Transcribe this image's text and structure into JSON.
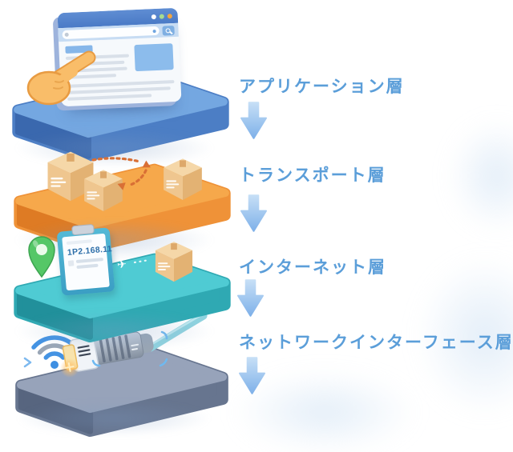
{
  "diagram": {
    "label_color": "#5B9ED9",
    "arrow": {
      "color_top": "#C6DFF6",
      "color_bottom": "#7FB1E9"
    },
    "layers": [
      {
        "id": "application",
        "label": "アプリケーション層",
        "platform": {
          "top": "#74A7E1",
          "front": "#4C7EC5",
          "shade": "#3A68AE"
        },
        "illustration": "browser-window-with-hand-cursor"
      },
      {
        "id": "transport",
        "label": "トランスポート層",
        "platform": {
          "top": "#F6A84B",
          "front": "#EF9238",
          "shade": "#DE7B24"
        },
        "illustration": "parcel-boxes-with-dotted-route",
        "route_color": "#D96F35"
      },
      {
        "id": "internet",
        "label": "インターネット層",
        "platform": {
          "top": "#4FCBD3",
          "front": "#2FA9B3",
          "shade": "#21909B"
        },
        "illustration": "clipboard-ip-pin-parcel",
        "clipboard_text": "1P2.168.11",
        "pin_color": "#55C767",
        "route_glyph": "✈"
      },
      {
        "id": "network-interface",
        "label": "ネットワークインターフェース層",
        "platform": {
          "top": "#97A3BA",
          "front": "#67758F",
          "shade": "#57657F"
        },
        "illustration": "ethernet-cable-with-wifi-signal"
      }
    ]
  }
}
